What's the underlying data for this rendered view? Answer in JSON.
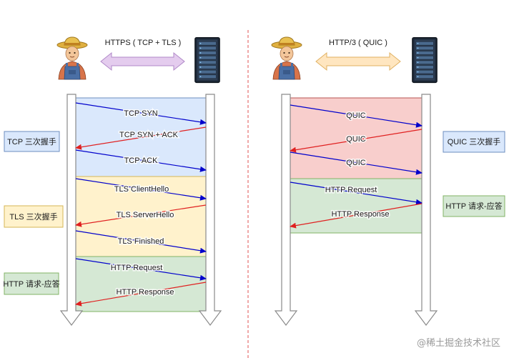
{
  "left": {
    "protocol_label": "HTTPS ( TCP + TLS )",
    "phases": [
      {
        "label": "TCP 三次握手",
        "fill": "#dae8fc",
        "stroke": "#6c8ebf"
      },
      {
        "label": "TLS 三次握手",
        "fill": "#fff2cc",
        "stroke": "#d6b656"
      },
      {
        "label": "HTTP 请求-应答",
        "fill": "#d5e8d4",
        "stroke": "#82b366"
      }
    ],
    "messages": [
      {
        "text": "TCP SYN",
        "dir": "right"
      },
      {
        "text": "TCP SYN + ACK",
        "dir": "left"
      },
      {
        "text": "TCP ACK",
        "dir": "right"
      },
      {
        "text": "TLS ClientHello",
        "dir": "right"
      },
      {
        "text": "TLS ServerHello",
        "dir": "left"
      },
      {
        "text": "TLS Finished",
        "dir": "right"
      },
      {
        "text": "HTTP Request",
        "dir": "right"
      },
      {
        "text": "HTTP Response",
        "dir": "left"
      }
    ]
  },
  "right": {
    "protocol_label": "HTTP/3 ( QUIC )",
    "phases": [
      {
        "label": "QUIC 三次握手",
        "fill": "#f8cecc",
        "stroke": "#b85450"
      },
      {
        "label": "HTTP 请求-应答",
        "fill": "#d5e8d4",
        "stroke": "#82b366"
      }
    ],
    "messages": [
      {
        "text": "QUIC",
        "dir": "right"
      },
      {
        "text": "QUIC",
        "dir": "left"
      },
      {
        "text": "QUIC",
        "dir": "right"
      },
      {
        "text": "HTTP Request",
        "dir": "right"
      },
      {
        "text": "HTTP Response",
        "dir": "left"
      }
    ]
  },
  "watermark": "@稀土掘金技术社区",
  "colors": {
    "request_arrow": "#0000cc",
    "response_arrow": "#e02020",
    "divider": "#e05050",
    "left_double_arrow": "#d9b3e6",
    "right_double_arrow": "#ffe0b3"
  },
  "icons": [
    "farmer-client-icon",
    "server-rack-icon"
  ]
}
